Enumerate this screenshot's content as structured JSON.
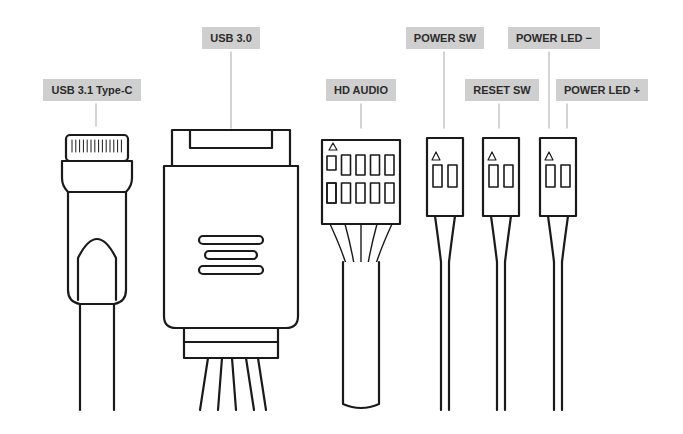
{
  "diagram": {
    "nodes": [
      {
        "text": [
          "USB 3.1 Type-C"
        ]
      },
      {
        "text": [
          "USB 3.0"
        ]
      },
      {
        "text": [
          "HD AUDIO"
        ]
      },
      {
        "text": [
          "POWER SW"
        ]
      },
      {
        "text": [
          "RESET SW"
        ]
      },
      {
        "text": [
          "POWER LED −"
        ]
      },
      {
        "text": [
          "POWER LED +"
        ]
      }
    ]
  }
}
